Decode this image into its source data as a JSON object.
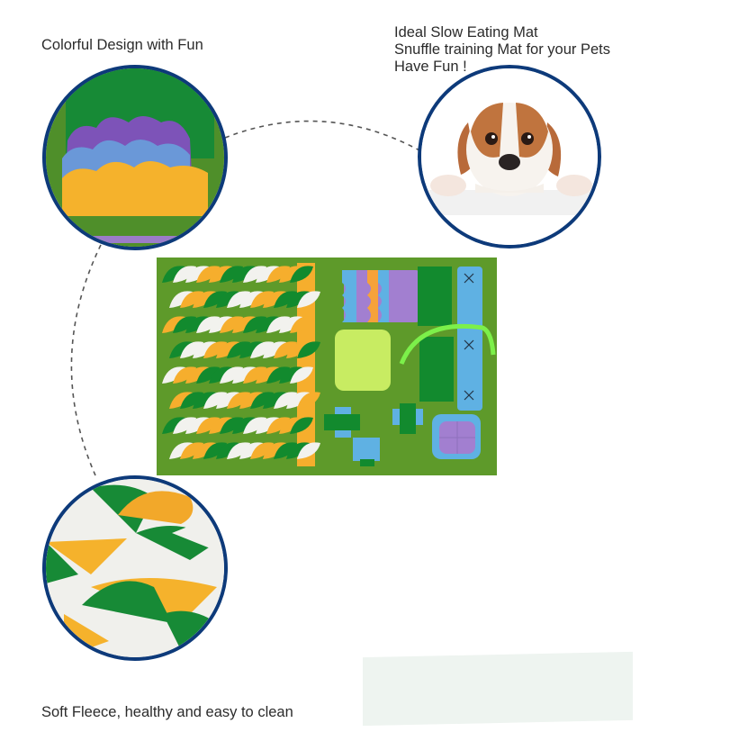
{
  "captions": {
    "top_left": "Colorful Design with Fun",
    "top_right": [
      "Ideal Slow Eating Mat",
      "Snuffle training Mat for your Pets",
      "Have Fun !"
    ],
    "bottom_left": "Soft Fleece, healthy and easy to clean"
  },
  "images": {
    "detail_top": "felt-layered-flaps-closeup",
    "detail_dog": "puppy-peeking-photo",
    "detail_bottom": "fleece-leaves-closeup",
    "main_product": "snuffle-mat-photo"
  },
  "colors": {
    "circle_border": "#0d3a7a",
    "mat_green": "#5e9a2a",
    "felt_dark_green": "#128a2e",
    "felt_orange": "#f6ae2d",
    "felt_white": "#f2f2ee",
    "felt_blue": "#5fb1e3",
    "felt_purple": "#a27fd0",
    "felt_lime": "#c8ec62",
    "dash": "#555555",
    "pale_panel": "#eef4f0"
  }
}
